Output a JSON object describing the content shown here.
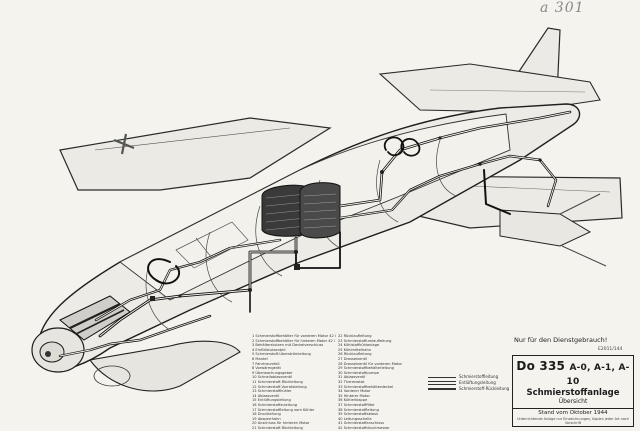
{
  "handwritten_note": "a 301",
  "restricted_label": "Nur für den Dienstgebrauch!",
  "sheet_number": "E2011/144",
  "title_block": {
    "model_main": "Do 335",
    "model_variants": "A-0, A-1, A-10",
    "title": "Schmierstoffanlage",
    "subtitle": "Übersicht",
    "date": "Stand vom Oktober 1944",
    "note": "Unterrichtende Anlage nur Einzeichnungen, Kopien jeder Art nach Vorschrift"
  },
  "legend_key": [
    {
      "label": "Schmierstoffleitung",
      "style": "single"
    },
    {
      "label": "Entlüftungsleitung",
      "style": "double"
    },
    {
      "label": "Schmierstoff-Rückleitung",
      "style": "thick"
    }
  ],
  "legend_left": [
    "1 Schmierstoffbehälter für vorderen Motor 42 l",
    "2 Schmierstoffbehälter für hinteren Motor 42 l",
    "3 Behälterstutzen mit Deckelverschluss",
    "4 Einfüllstutzenteil",
    "5 Schmierstoff-Überströmleitung",
    "6 Mantel",
    "7 Fahrtraumfall",
    "8 Vorwärmgerät",
    "9 Überwachungsgeber",
    "10 Schnellablassventil",
    "11 Schmierstoff-Rückleitung",
    "12 Schmierstoff-Vorratsleitung",
    "13 Schmierstoffkühler",
    "14 Ablassventil",
    "15 Entlüftungsleitung",
    "16 Schmierstoffzuleitung",
    "17 Schmierstoffleitung vom Kühler",
    "18 Druckleitung",
    "19 Absperrhahn",
    "20 Anschluss für hinteren Motor",
    "21 Schmierstoff-Rückleitung"
  ],
  "legend_right": [
    "22 Rücklaufleitung",
    "23 Schmierstoffumlaufleitung",
    "24 Kühlstoffkühlanlage",
    "25 Kühlmittelhahn",
    "26 Rücklaufleitung",
    "27 Drosselventil",
    "28 Drosselventil für vorderen Motor",
    "29 Schmierstoffbehälterleitung",
    "30 Schmierstoffpumpe",
    "31 Ablassventil",
    "32 Thermostat",
    "33 Schmierstoffbehälterdeckel",
    "34 Vorderer Motor",
    "35 Hinterer Motor",
    "36 Kühlerklappe",
    "37 Schmierstofffilter",
    "38 Schmierstoffleitung",
    "39 Schmierstoffablass",
    "40 Leitungsschelle",
    "41 Schmierstoffanschluss",
    "42 Schmierstoffdruckmesser"
  ]
}
